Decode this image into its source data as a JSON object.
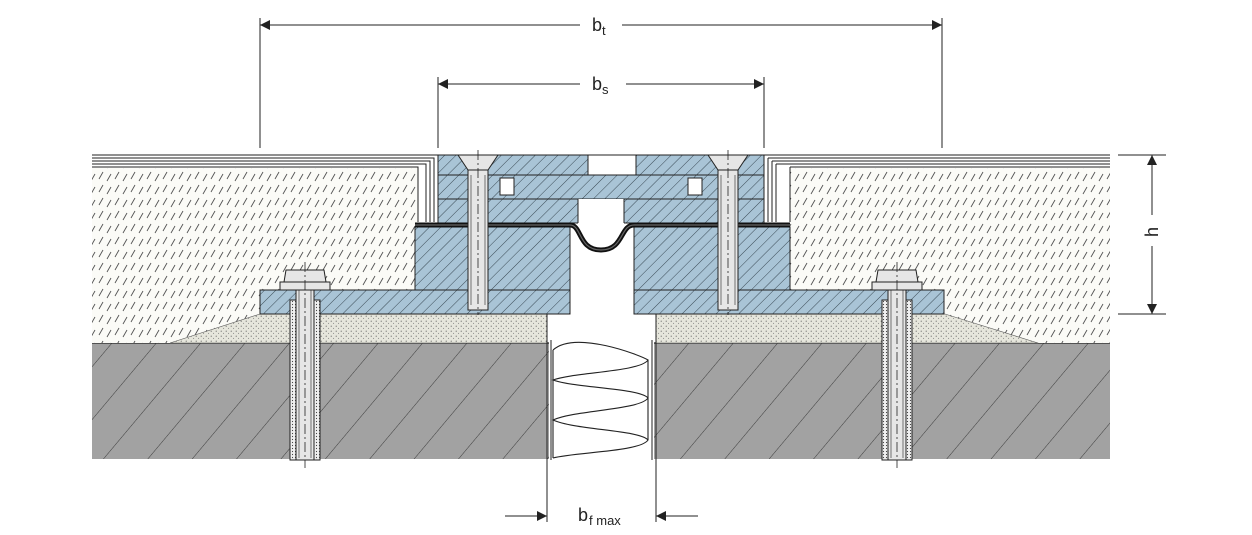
{
  "dimensions": {
    "total_width": {
      "main": "b",
      "sub": "t"
    },
    "slot_width": {
      "main": "b",
      "sub": "s"
    },
    "height": {
      "main": "h"
    },
    "max_gap": {
      "main": "b",
      "sub": "f max"
    }
  },
  "colors": {
    "line": "#222222",
    "steel": "#a9c4d6",
    "concrete": "#a2a2a2",
    "screed": "#fbfbf7",
    "mortar": "#e6e6dc",
    "membrane": "#111111",
    "bolt": "#e6e6e6"
  },
  "icons": {
    "arrow": "filled-arrowhead",
    "filler": "serpentine-foam-filler"
  }
}
